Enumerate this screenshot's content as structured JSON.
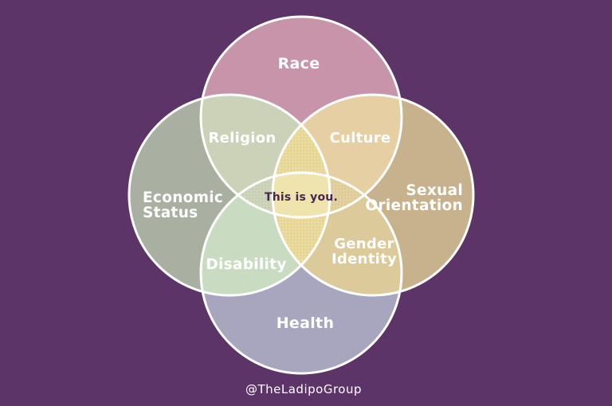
{
  "background_color": "#5d3467",
  "stroke_color": "#ffffff",
  "label_color": "#ffffff",
  "venn": {
    "circles": [
      {
        "id": "race",
        "label": "Race",
        "color": "#c794aa"
      },
      {
        "id": "economic-status",
        "label": "Economic Status",
        "lines": [
          "Economic",
          "Status"
        ],
        "color": "#a9b0a2"
      },
      {
        "id": "sexual-orientation",
        "label": "Sexual Orientation",
        "lines": [
          "Sexual",
          "Orientation"
        ],
        "color": "#c8b28e"
      },
      {
        "id": "health",
        "label": "Health",
        "color": "#a8a6bf"
      }
    ],
    "overlaps": [
      {
        "id": "religion",
        "label": "Religion",
        "between": [
          "Race",
          "Economic Status"
        ],
        "color": "#ccd2b8"
      },
      {
        "id": "culture",
        "label": "Culture",
        "between": [
          "Race",
          "Sexual Orientation"
        ],
        "color": "#e6cfa2"
      },
      {
        "id": "disability",
        "label": "Disability",
        "between": [
          "Economic Status",
          "Health"
        ],
        "color": "#c9dcc1"
      },
      {
        "id": "gender-identity",
        "label": "Gender Identity",
        "lines": [
          "Gender",
          "Identity"
        ],
        "between": [
          "Sexual Orientation",
          "Health"
        ],
        "color": "#dcca9b"
      }
    ],
    "inner_overlap_colors": {
      "vertical_lens": "#ebdc9e",
      "left_tip": "#cdd5bb",
      "right_tip": "#e3d29f",
      "center": "#f0e4ae"
    },
    "center": {
      "label": "This is you.",
      "text_color": "#492750"
    }
  },
  "footer": {
    "credit": "@TheLadipoGroup"
  }
}
